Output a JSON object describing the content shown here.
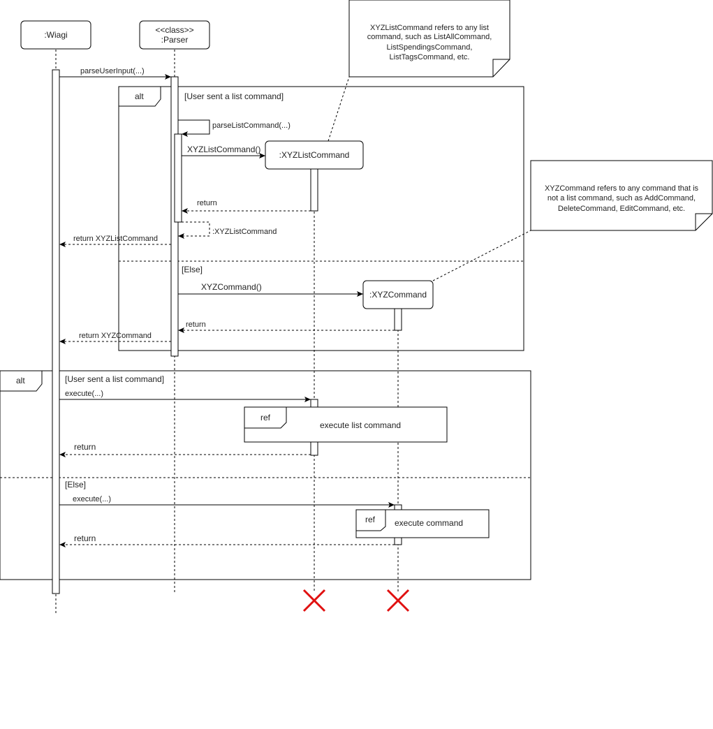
{
  "participants": {
    "wiagi": ":Wiagi",
    "parser_stereotype": "<<class>>",
    "parser": ":Parser",
    "xyz_list_command": ":XYZListCommand",
    "xyz_command": ":XYZCommand"
  },
  "notes": {
    "list_note": [
      "XYZListCommand refers to any list",
      "command, such as ListAllCommand,",
      "ListSpendingsCommand,",
      "ListTagsCommand, etc."
    ],
    "command_note": [
      "XYZCommand refers to any command that is",
      "not a list command, such as AddCommand,",
      "DeleteCommand, EditCommand, etc."
    ]
  },
  "frames": {
    "alt1": {
      "tag": "alt",
      "guard_if": "[User sent a list command]",
      "guard_else": "[Else]"
    },
    "alt2": {
      "tag": "alt",
      "guard_if": "[User sent a list command]",
      "guard_else": "[Else]"
    }
  },
  "refs": {
    "list": {
      "tag": "ref",
      "label": "execute list command"
    },
    "cmd": {
      "tag": "ref",
      "label": "execute command"
    }
  },
  "messages": {
    "parse_user_input": "parseUserInput(...)",
    "parse_list_command": "parseListCommand(...)",
    "create_list_command": "XYZListCommand()",
    "return1": "return",
    "self_return": ":XYZListCommand",
    "return_list_command": "return XYZListCommand",
    "create_command": "XYZCommand()",
    "return2": "return",
    "return_command": "return XYZCommand",
    "execute1": "execute(...)",
    "return3": "return",
    "execute2": "execute(...)",
    "return4": "return"
  },
  "colors": {
    "destroy": "#e01010",
    "stroke": "#000000"
  }
}
